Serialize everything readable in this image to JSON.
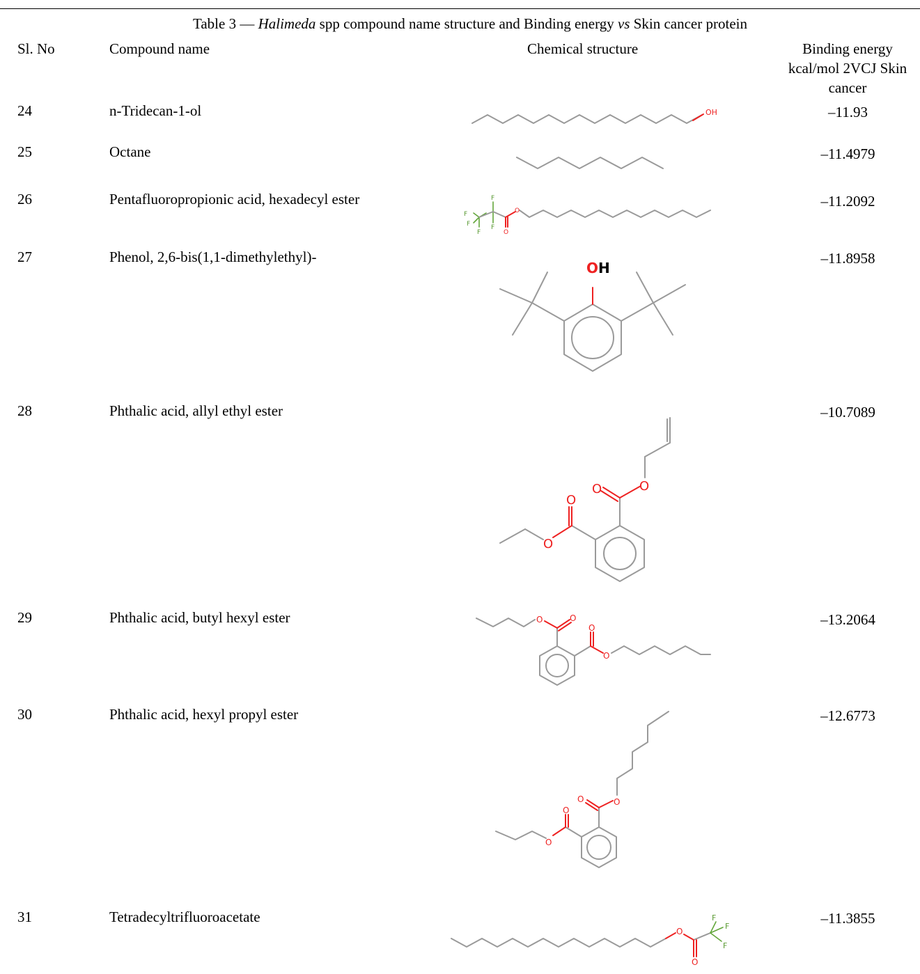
{
  "table": {
    "caption_prefix": "Table 3 — ",
    "caption_italic": "Halimeda",
    "caption_mid": " spp compound name structure and Binding energy ",
    "caption_vs": "vs",
    "caption_suffix": " Skin cancer protein",
    "headers": {
      "sl_no": "Sl. No",
      "compound": "Compound name",
      "structure": "Chemical structure",
      "binding_line1": "Binding energy",
      "binding_line2": "kcal/mol 2VCJ Skin",
      "binding_line3": "cancer"
    },
    "rows": [
      {
        "no": "24",
        "name": "n-Tridecan-1-ol",
        "energy": "–11.93"
      },
      {
        "no": "25",
        "name": "Octane",
        "energy": "–11.4979"
      },
      {
        "no": "26",
        "name": "Pentafluoropropionic acid, hexadecyl ester",
        "energy": "–11.2092"
      },
      {
        "no": "27",
        "name": "Phenol, 2,6-bis(1,1-dimethylethyl)-",
        "energy": "–11.8958"
      },
      {
        "no": "28",
        "name": "Phthalic acid, allyl ethyl ester",
        "energy": "–10.7089"
      },
      {
        "no": "29",
        "name": "Phthalic acid, butyl hexyl ester",
        "energy": "–13.2064"
      },
      {
        "no": "30",
        "name": "Phthalic acid, hexyl propyl ester",
        "energy": "–12.6773"
      },
      {
        "no": "31",
        "name": "Tetradecyltrifluoroacetate",
        "energy": "–11.3855"
      }
    ]
  },
  "atoms": {
    "oh": "OH",
    "o": "O",
    "f": "F",
    "o_bold": "O",
    "h_bold": "H"
  }
}
